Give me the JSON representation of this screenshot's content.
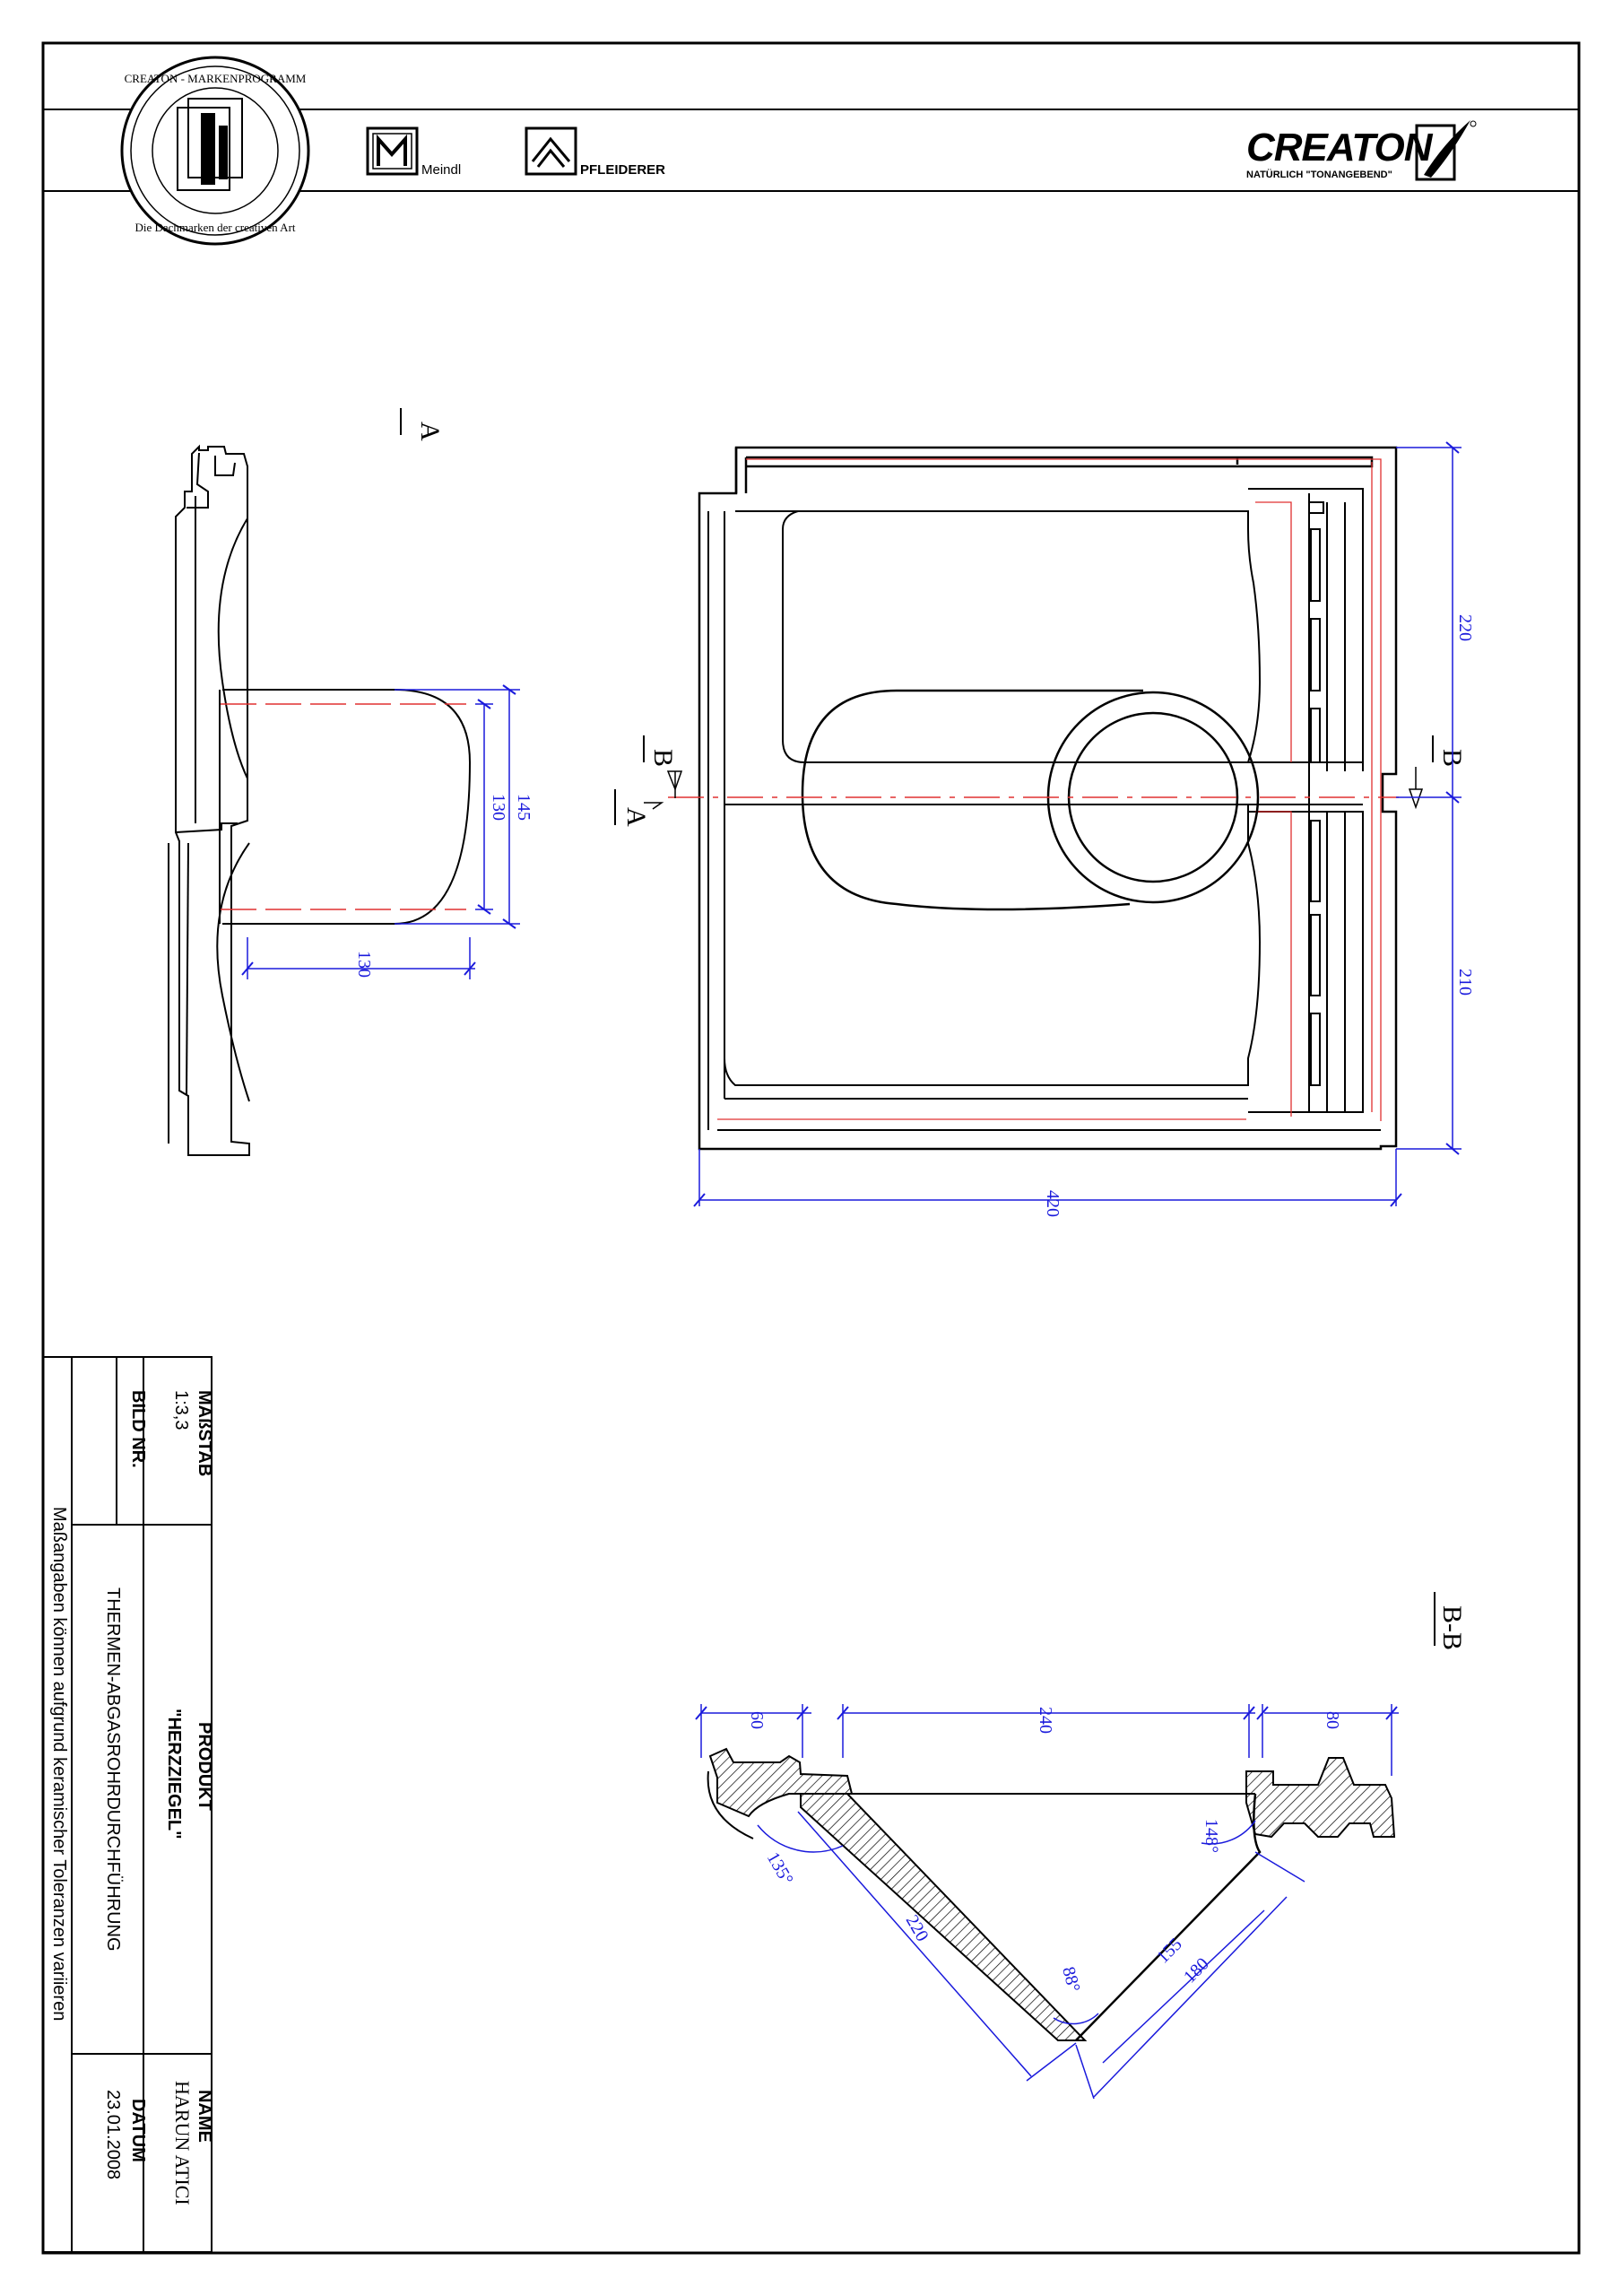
{
  "header": {
    "seal_outer_text": "CREATON - MARKENPROGRAMM",
    "seal_inner_text": "Die Dachmarken der creativen Art",
    "brand_meindl": "Meindl",
    "brand_pfleiderer": "PFLEIDERER",
    "brand_creaton": "CREATON",
    "brand_creaton_tagline": "NATÜRLICH \"TONANGEBEND\""
  },
  "views": {
    "section_a_label": "A",
    "section_b_label": "B",
    "section_bb_title": "B-B"
  },
  "dimensions": {
    "side_145": "145",
    "side_130_vertical": "130",
    "side_130_horizontal": "130",
    "top_220": "220",
    "top_210": "210",
    "top_420": "420",
    "sec_60": "60",
    "sec_240": "240",
    "sec_80": "80",
    "sec_135deg": "135°",
    "sec_148deg": "148°",
    "sec_88deg": "88°",
    "sec_220": "220",
    "sec_155": "155",
    "sec_180": "180"
  },
  "title_block": {
    "scale_label": "MAßSTAB",
    "scale_value": "1:3,3",
    "image_no_label": "BILD NR.",
    "product_label": "PRODUKT",
    "product_value": "\"HERZZIEGEL\"",
    "description": "THERMEN-ABGASROHRDURCHFÜHRUNG",
    "name_label": "NAME",
    "name_value": "HARUN ATICI",
    "date_label": "DATUM",
    "date_value": "23.01.2008",
    "disclaimer": "Maßangaben können aufgrund keramischer Toleranzen variieren"
  },
  "colors": {
    "line": "#000000",
    "dimension": "#1a1adc",
    "hidden": "#e03030"
  }
}
